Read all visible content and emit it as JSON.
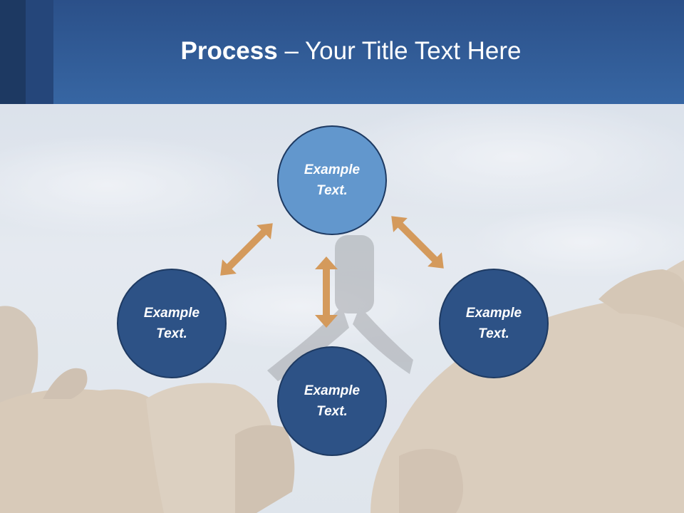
{
  "slide": {
    "title_bold": "Process",
    "title_rest": " – Your Title Text Here"
  },
  "diagram": {
    "nodes": [
      {
        "text": "Example Text.",
        "fill": "#6297cd"
      },
      {
        "text": "Example Text.",
        "fill": "#2d5286"
      },
      {
        "text": "Example Text.",
        "fill": "#2d5286"
      },
      {
        "text": "Example Text.",
        "fill": "#2d5286"
      }
    ],
    "arrow_color": "#d49a5c"
  },
  "colors": {
    "header": "#3766a3",
    "header_dark": "#1d3962",
    "node_outline": "#1e3a62"
  }
}
